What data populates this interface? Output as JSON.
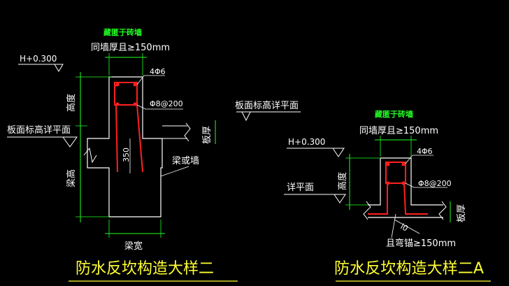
{
  "canvas_bg": "#000000",
  "colors": {
    "line": "#ffffff",
    "dim": "#22ff22",
    "rebar": "#ff2020",
    "title": "#ffff33",
    "note": "#22ff22"
  },
  "detail_1": {
    "note_green": "藏匿于砖墙",
    "note_white": "同墙厚且≥150mm",
    "level_top": "H+0.300",
    "height_label": "高度",
    "rebar_top": "4Φ6",
    "stirrup": "Φ8@200",
    "slab_level_right": "板面标高详平面",
    "slab_level_left": "板面标高详平面",
    "slab_thickness": "板厚",
    "beam_height": "梁高",
    "dim_350": "350",
    "beam_or_wall": "梁或墙",
    "beam_width": "梁宽",
    "title": "防水反坎构造大样二"
  },
  "detail_2": {
    "note_green": "藏匿于砖墙",
    "note_white": "同墙厚且≥150mm",
    "level_top": "H+0.300",
    "height_label": "高度",
    "rebar_top": "4Φ6",
    "stirrup": "Φ8@200",
    "slab_level": "详平面",
    "slab_thickness": "板厚",
    "anchor_dim": "l0",
    "anchor_note": "且弯锚≥150mm",
    "title": "防水反坎构造大样二A"
  }
}
